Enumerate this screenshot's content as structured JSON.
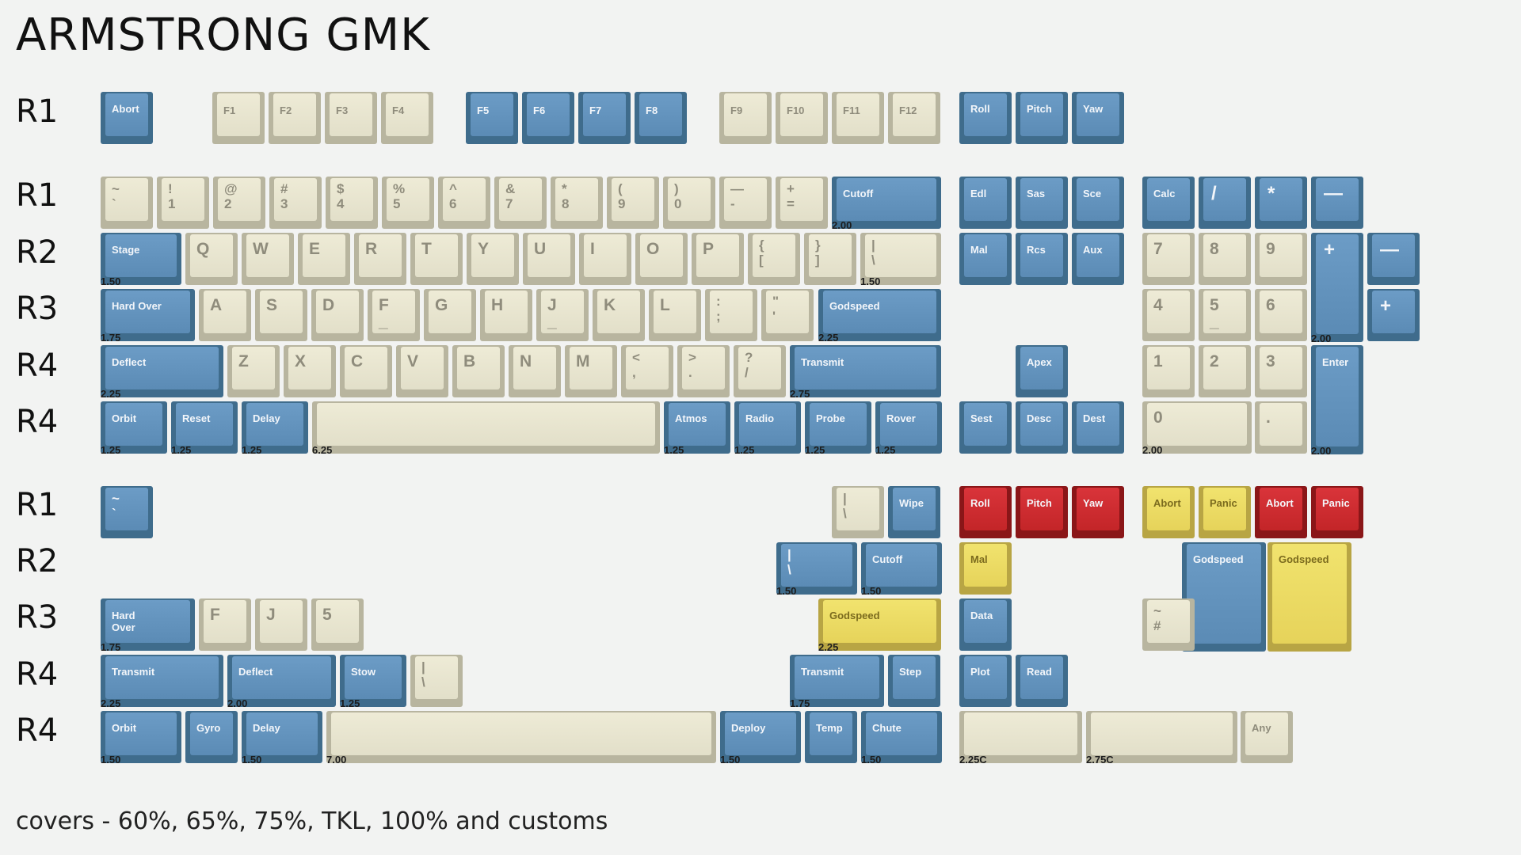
{
  "title": "ARMSTRONG GMK",
  "footer": "covers - 60%, 65%, 75%, TKL, 100% and customs",
  "row_labels": [
    "R1",
    "R1",
    "R2",
    "R3",
    "R4",
    "R4",
    "R1",
    "R2",
    "R3",
    "R4",
    "R4"
  ],
  "colors": {
    "blue": "#5b8bb5",
    "beige": "#e2dfc9",
    "red": "#c32528",
    "yellow": "#e6d35a",
    "background": "#f2f3f2"
  },
  "keys": [
    {
      "c": "blue",
      "t": "Abort"
    },
    {
      "c": "beige",
      "t": "F1",
      "k": "fn"
    },
    {
      "c": "beige",
      "t": "F2",
      "k": "fn"
    },
    {
      "c": "beige",
      "t": "F3",
      "k": "fn"
    },
    {
      "c": "beige",
      "t": "F4",
      "k": "fn"
    },
    {
      "c": "blue",
      "t": "F5",
      "k": "fn"
    },
    {
      "c": "blue",
      "t": "F6",
      "k": "fn"
    },
    {
      "c": "blue",
      "t": "F7",
      "k": "fn"
    },
    {
      "c": "blue",
      "t": "F8",
      "k": "fn"
    },
    {
      "c": "beige",
      "t": "F9",
      "k": "fn"
    },
    {
      "c": "beige",
      "t": "F10",
      "k": "fn"
    },
    {
      "c": "beige",
      "t": "F11",
      "k": "fn"
    },
    {
      "c": "beige",
      "t": "F12",
      "k": "fn"
    },
    {
      "c": "blue",
      "t": "Roll"
    },
    {
      "c": "blue",
      "t": "Pitch"
    },
    {
      "c": "blue",
      "t": "Yaw"
    },
    {
      "c": "beige",
      "t": "~\n`",
      "k": "stack"
    },
    {
      "c": "beige",
      "t": "!\n1",
      "k": "stack"
    },
    {
      "c": "beige",
      "t": "@\n2",
      "k": "stack"
    },
    {
      "c": "beige",
      "t": "#\n3",
      "k": "stack"
    },
    {
      "c": "beige",
      "t": "$\n4",
      "k": "stack"
    },
    {
      "c": "beige",
      "t": "%\n5",
      "k": "stack"
    },
    {
      "c": "beige",
      "t": "^\n6",
      "k": "stack"
    },
    {
      "c": "beige",
      "t": "&\n7",
      "k": "stack"
    },
    {
      "c": "beige",
      "t": "*\n8",
      "k": "stack"
    },
    {
      "c": "beige",
      "t": "(\n9",
      "k": "stack"
    },
    {
      "c": "beige",
      "t": ")\n0",
      "k": "stack"
    },
    {
      "c": "beige",
      "t": "—\n-",
      "k": "stack"
    },
    {
      "c": "beige",
      "t": "+\n=",
      "k": "stack"
    },
    {
      "c": "blue",
      "t": "Cutoff",
      "s": "2.00"
    },
    {
      "c": "blue",
      "t": "Edl"
    },
    {
      "c": "blue",
      "t": "Sas"
    },
    {
      "c": "blue",
      "t": "Sce"
    },
    {
      "c": "blue",
      "t": "Calc"
    },
    {
      "c": "blue",
      "t": "/",
      "k": "sym"
    },
    {
      "c": "blue",
      "t": "*",
      "k": "sym"
    },
    {
      "c": "blue",
      "t": "—",
      "k": "sym"
    },
    {
      "c": "blue",
      "t": "Stage",
      "s": "1.50"
    },
    {
      "c": "beige",
      "t": "Q",
      "k": "big"
    },
    {
      "c": "beige",
      "t": "W",
      "k": "big"
    },
    {
      "c": "beige",
      "t": "E",
      "k": "big"
    },
    {
      "c": "beige",
      "t": "R",
      "k": "big"
    },
    {
      "c": "beige",
      "t": "T",
      "k": "big"
    },
    {
      "c": "beige",
      "t": "Y",
      "k": "big"
    },
    {
      "c": "beige",
      "t": "U",
      "k": "big"
    },
    {
      "c": "beige",
      "t": "I",
      "k": "big"
    },
    {
      "c": "beige",
      "t": "O",
      "k": "big"
    },
    {
      "c": "beige",
      "t": "P",
      "k": "big"
    },
    {
      "c": "beige",
      "t": "{\n[",
      "k": "stack"
    },
    {
      "c": "beige",
      "t": "}\n]",
      "k": "stack"
    },
    {
      "c": "beige",
      "t": "|\n\\",
      "k": "stack",
      "s": "1.50"
    },
    {
      "c": "blue",
      "t": "Mal"
    },
    {
      "c": "blue",
      "t": "Rcs"
    },
    {
      "c": "blue",
      "t": "Aux"
    },
    {
      "c": "beige",
      "t": "7",
      "k": "big"
    },
    {
      "c": "beige",
      "t": "8",
      "k": "big"
    },
    {
      "c": "beige",
      "t": "9",
      "k": "big"
    },
    {
      "c": "blue",
      "t": "+",
      "k": "sym",
      "s": "2.00"
    },
    {
      "c": "blue",
      "t": "—",
      "k": "sym"
    },
    {
      "c": "blue",
      "t": "Hard Over",
      "s": "1.75"
    },
    {
      "c": "beige",
      "t": "A",
      "k": "big"
    },
    {
      "c": "beige",
      "t": "S",
      "k": "big"
    },
    {
      "c": "beige",
      "t": "D",
      "k": "big"
    },
    {
      "c": "beige",
      "t": "F\n_",
      "k": "big"
    },
    {
      "c": "beige",
      "t": "G",
      "k": "big"
    },
    {
      "c": "beige",
      "t": "H",
      "k": "big"
    },
    {
      "c": "beige",
      "t": "J\n_",
      "k": "big"
    },
    {
      "c": "beige",
      "t": "K",
      "k": "big"
    },
    {
      "c": "beige",
      "t": "L",
      "k": "big"
    },
    {
      "c": "beige",
      "t": ":\n;",
      "k": "stack"
    },
    {
      "c": "beige",
      "t": "\"\n'",
      "k": "stack"
    },
    {
      "c": "blue",
      "t": "Godspeed",
      "s": "2.25"
    },
    {
      "c": "beige",
      "t": "4",
      "k": "big"
    },
    {
      "c": "beige",
      "t": "5\n_",
      "k": "big"
    },
    {
      "c": "beige",
      "t": "6",
      "k": "big"
    },
    {
      "c": "blue",
      "t": "+",
      "k": "sym"
    },
    {
      "c": "blue",
      "t": "Deflect",
      "s": "2.25"
    },
    {
      "c": "beige",
      "t": "Z",
      "k": "big"
    },
    {
      "c": "beige",
      "t": "X",
      "k": "big"
    },
    {
      "c": "beige",
      "t": "C",
      "k": "big"
    },
    {
      "c": "beige",
      "t": "V",
      "k": "big"
    },
    {
      "c": "beige",
      "t": "B",
      "k": "big"
    },
    {
      "c": "beige",
      "t": "N",
      "k": "big"
    },
    {
      "c": "beige",
      "t": "M",
      "k": "big"
    },
    {
      "c": "beige",
      "t": "<\n,",
      "k": "stack"
    },
    {
      "c": "beige",
      "t": ">\n.",
      "k": "stack"
    },
    {
      "c": "beige",
      "t": "?\n/",
      "k": "stack"
    },
    {
      "c": "blue",
      "t": "Transmit",
      "s": "2.75"
    },
    {
      "c": "blue",
      "t": "Apex"
    },
    {
      "c": "beige",
      "t": "1",
      "k": "big"
    },
    {
      "c": "beige",
      "t": "2",
      "k": "big"
    },
    {
      "c": "beige",
      "t": "3",
      "k": "big"
    },
    {
      "c": "blue",
      "t": "Enter",
      "s": "2.00"
    },
    {
      "c": "blue",
      "t": "Orbit",
      "s": "1.25"
    },
    {
      "c": "blue",
      "t": "Reset",
      "s": "1.25"
    },
    {
      "c": "blue",
      "t": "Delay",
      "s": "1.25"
    },
    {
      "c": "beige",
      "t": "",
      "s": "6.25"
    },
    {
      "c": "blue",
      "t": "Atmos",
      "s": "1.25"
    },
    {
      "c": "blue",
      "t": "Radio",
      "s": "1.25"
    },
    {
      "c": "blue",
      "t": "Probe",
      "s": "1.25"
    },
    {
      "c": "blue",
      "t": "Rover",
      "s": "1.25"
    },
    {
      "c": "blue",
      "t": "Sest"
    },
    {
      "c": "blue",
      "t": "Desc"
    },
    {
      "c": "blue",
      "t": "Dest"
    },
    {
      "c": "beige",
      "t": "0",
      "k": "big",
      "s": "2.00"
    },
    {
      "c": "beige",
      "t": ".",
      "k": "big"
    },
    {
      "c": "blue",
      "t": "~\n`",
      "k": "stack"
    },
    {
      "c": "beige",
      "t": "|\n\\",
      "k": "stack"
    },
    {
      "c": "blue",
      "t": "Wipe"
    },
    {
      "c": "red",
      "t": "Roll"
    },
    {
      "c": "red",
      "t": "Pitch"
    },
    {
      "c": "red",
      "t": "Yaw"
    },
    {
      "c": "yellow",
      "t": "Abort"
    },
    {
      "c": "yellow",
      "t": "Panic"
    },
    {
      "c": "red",
      "t": "Abort"
    },
    {
      "c": "red",
      "t": "Panic"
    },
    {
      "c": "blue",
      "t": "|\n\\",
      "k": "stack",
      "s": "1.50"
    },
    {
      "c": "blue",
      "t": "Cutoff",
      "s": "1.50"
    },
    {
      "c": "yellow",
      "t": "Mal"
    },
    {
      "c": "blue",
      "t": "Godspeed"
    },
    {
      "c": "yellow",
      "t": "Godspeed"
    },
    {
      "c": "blue",
      "t": "Hard\nOver",
      "s": "1.75"
    },
    {
      "c": "beige",
      "t": "F",
      "k": "big"
    },
    {
      "c": "beige",
      "t": "J",
      "k": "big"
    },
    {
      "c": "beige",
      "t": "5",
      "k": "big"
    },
    {
      "c": "yellow",
      "t": "Godspeed",
      "s": "2.25"
    },
    {
      "c": "blue",
      "t": "Data"
    },
    {
      "c": "beige",
      "t": "~\n#",
      "k": "stack"
    },
    {
      "c": "blue",
      "t": "Transmit",
      "s": "2.25"
    },
    {
      "c": "blue",
      "t": "Deflect",
      "s": "2.00"
    },
    {
      "c": "blue",
      "t": "Stow",
      "s": "1.25"
    },
    {
      "c": "beige",
      "t": "|\n\\",
      "k": "stack"
    },
    {
      "c": "blue",
      "t": "Transmit",
      "s": "1.75"
    },
    {
      "c": "blue",
      "t": "Step"
    },
    {
      "c": "blue",
      "t": "Plot"
    },
    {
      "c": "blue",
      "t": "Read"
    },
    {
      "c": "blue",
      "t": "Orbit",
      "s": "1.50"
    },
    {
      "c": "blue",
      "t": "Gyro"
    },
    {
      "c": "blue",
      "t": "Delay",
      "s": "1.50"
    },
    {
      "c": "beige",
      "t": "",
      "s": "7.00"
    },
    {
      "c": "blue",
      "t": "Deploy",
      "s": "1.50"
    },
    {
      "c": "blue",
      "t": "Temp"
    },
    {
      "c": "blue",
      "t": "Chute",
      "s": "1.50"
    },
    {
      "c": "beige",
      "t": "",
      "s": "2.25C"
    },
    {
      "c": "beige",
      "t": "",
      "s": "2.75C"
    },
    {
      "c": "beige",
      "t": "Any"
    }
  ]
}
